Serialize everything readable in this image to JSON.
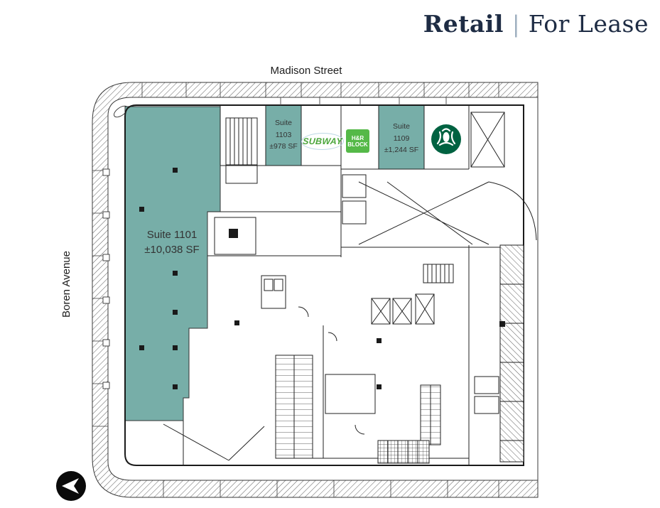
{
  "header": {
    "title": "Retail",
    "separator": "|",
    "subtitle": "For Lease",
    "title_color": "#1e2c44",
    "separator_color": "#9fb0c0"
  },
  "streets": {
    "top": "Madison Street",
    "left": "Boren Avenue"
  },
  "suites": {
    "s1101": {
      "name": "Suite 1101",
      "area": "±10,038 SF",
      "fill": "#77aea8"
    },
    "s1103": {
      "word": "Suite",
      "number": "1103",
      "area": "±978 SF",
      "fill": "#77aea8"
    },
    "s1109": {
      "word": "Suite",
      "number": "1109",
      "area": "±1,244 SF",
      "fill": "#77aea8"
    }
  },
  "tenants": {
    "subway": {
      "label": "SUBWAY",
      "color": "#4ba63b"
    },
    "hr_block": {
      "line1": "H&R",
      "line2": "BLOCK",
      "color": "#55b948"
    },
    "starbucks": {
      "icon": "starbucks-siren-logo",
      "color": "#006241"
    }
  },
  "compass": {
    "icon": "north-arrow"
  }
}
